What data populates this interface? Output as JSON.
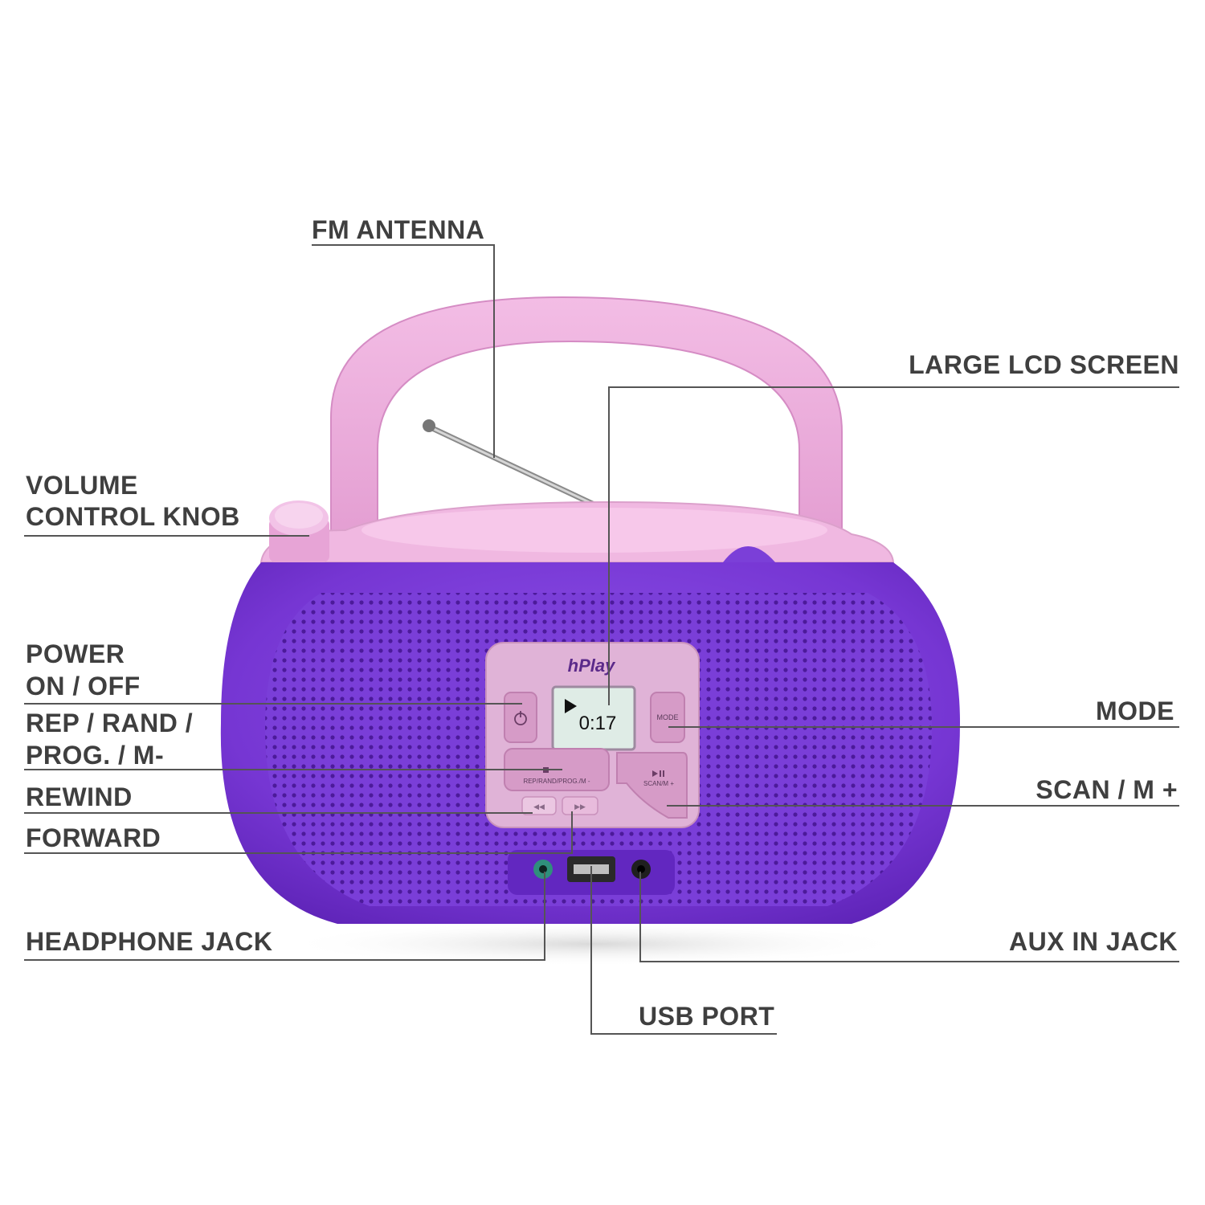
{
  "product": {
    "brand": "hPlay",
    "lcd_time": "0:17",
    "buttons": {
      "mode": "MODE",
      "rep": "REP/RAND/PROG./M -",
      "scan": "SCAN/M +",
      "rew": "◀◀",
      "fwd": "▶▶"
    }
  },
  "labels": {
    "fm_antenna": "FM ANTENNA",
    "large_lcd": "LARGE LCD SCREEN",
    "volume_line1": "VOLUME",
    "volume_line2": "CONTROL KNOB",
    "power_line1": "POWER",
    "power_line2": "ON / OFF",
    "rep_line1": "REP / RAND /",
    "rep_line2": "PROG. / M-",
    "rewind": "REWIND",
    "forward": "FORWARD",
    "mode": "MODE",
    "scan": "SCAN / M +",
    "headphone": "HEADPHONE JACK",
    "aux": "AUX IN JACK",
    "usb": "USB PORT"
  },
  "colors": {
    "handle_pink": "#e9a9d9",
    "body_purple": "#7b3fd8",
    "panel_pink": "#e2b8d8",
    "lcd_green": "#dfece6",
    "label_text": "#3f3f3f"
  }
}
